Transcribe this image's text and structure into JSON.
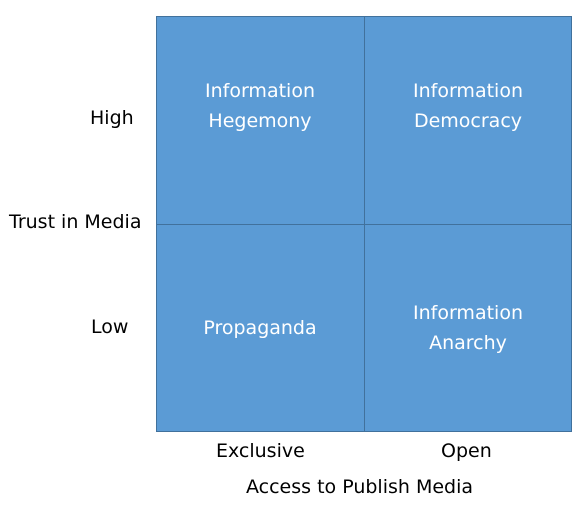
{
  "y_axis": {
    "title": "Trust in Media",
    "high": "High",
    "low": "Low"
  },
  "x_axis": {
    "title": "Access to Publish Media",
    "exclusive": "Exclusive",
    "open": "Open"
  },
  "quadrants": {
    "top_left": "Information\nHegemony",
    "top_right": "Information\nDemocracy",
    "bottom_left": "Propaganda",
    "bottom_right": "Information\nAnarchy"
  },
  "colors": {
    "fill": "#5B9BD5",
    "border": "#41719C",
    "cell_text": "#FFFFFF"
  }
}
